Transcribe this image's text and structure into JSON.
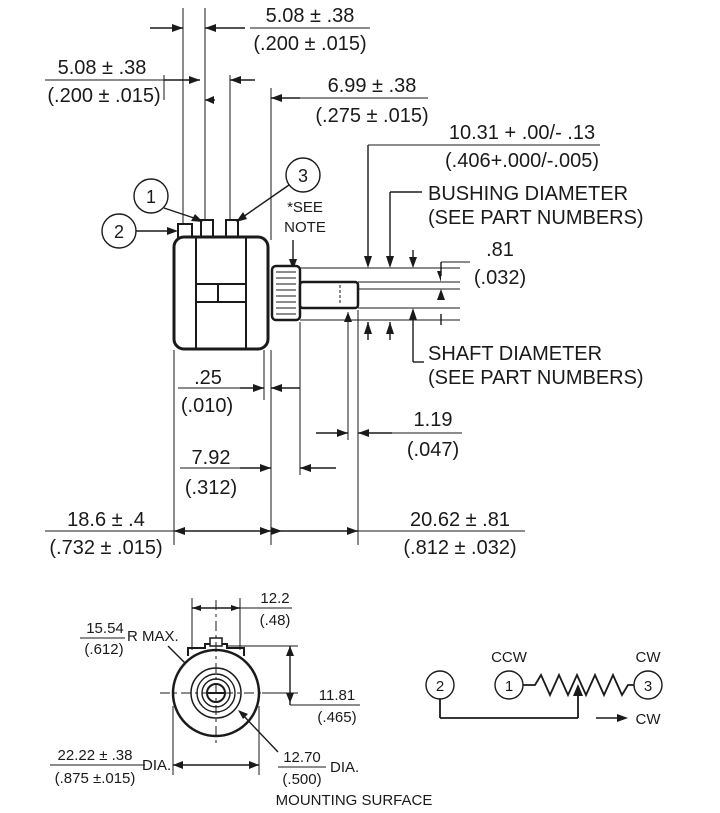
{
  "side_view": {
    "dim_top_terminal_pitch": {
      "metric": "5.08 ± .38",
      "imperial": "(.200 ± .015)"
    },
    "dim_terminal_offset": {
      "metric": "5.08  ± .38",
      "imperial": "(.200 ± .015)"
    },
    "dim_body_to_bushing": {
      "metric": "6.99 ± .38",
      "imperial": "(.275 ± .015)"
    },
    "dim_shaft_length": {
      "metric": "10.31 + .00/- .13",
      "imperial": "(.406+.000/-.005)"
    },
    "bushing_label": {
      "line1": "BUSHING DIAMETER",
      "line2": "(SEE PART NUMBERS)"
    },
    "see_note": {
      "line1": "*SEE",
      "line2": "NOTE"
    },
    "dim_flat": {
      "metric": ".81",
      "imperial": "(.032)"
    },
    "shaft_label": {
      "line1": "SHAFT DIAMETER",
      "line2": "(SEE PART NUMBERS)"
    },
    "dim_face": {
      "metric": ".25",
      "imperial": "(.010)"
    },
    "dim_chamfer": {
      "metric": "1.19",
      "imperial": "(.047)"
    },
    "dim_bushing_len": {
      "metric": "7.92",
      "imperial": "(.312)"
    },
    "dim_body_len": {
      "metric": "18.6 ± .4",
      "imperial": "(.732 ± .015)"
    },
    "dim_shaft_total": {
      "metric": "20.62 ± .81",
      "imperial": "(.812 ± .032)"
    },
    "pins": [
      "1",
      "2",
      "3"
    ]
  },
  "front_view": {
    "dim_radius": {
      "metric": "15.54",
      "suffix": "R MAX.",
      "imperial": "(.612)"
    },
    "dim_tab_width": {
      "metric": "12.2",
      "imperial": "(.48)"
    },
    "dim_tab_offset": {
      "metric": "11.81",
      "imperial": "(.465)"
    },
    "dim_body_dia": {
      "metric": "22.22 ± .38",
      "imperial": "(.875 ±.015)",
      "suffix": "DIA."
    },
    "dim_mount_dia": {
      "metric": "12.70",
      "imperial": "(.500)",
      "suffix": "DIA."
    },
    "mounting_label": "MOUNTING SURFACE"
  },
  "schematic": {
    "ccw_label": "CCW",
    "cw_label": "CW",
    "wiper_label": "CW",
    "nodes": [
      "2",
      "1",
      "3"
    ]
  }
}
